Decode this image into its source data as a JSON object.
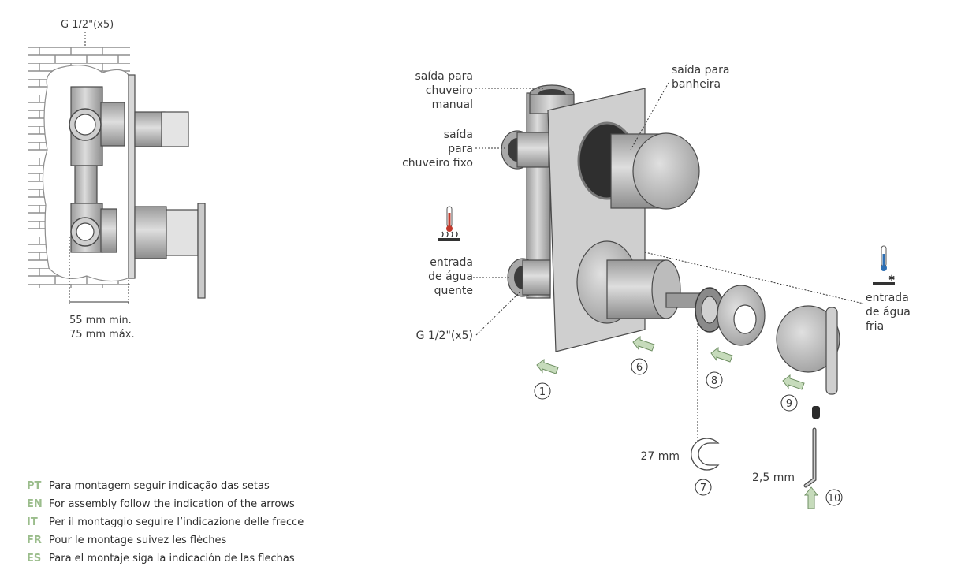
{
  "wall_view": {
    "thread_label": "G 1/2\"(x5)",
    "depth_min": "55 mm mín.",
    "depth_max": "75 mm máx."
  },
  "exploded_view": {
    "labels": {
      "outlet_handshower_1": "saída para",
      "outlet_handshower_2": "chuveiro",
      "outlet_handshower_3": "manual",
      "outlet_fixed_1": "saída",
      "outlet_fixed_2": "para",
      "outlet_fixed_3": "chuveiro fixo",
      "outlet_bath_1": "saída para",
      "outlet_bath_2": "banheira",
      "inlet_hot_1": "entrada",
      "inlet_hot_2": "de água",
      "inlet_hot_3": "quente",
      "inlet_cold_1": "entrada",
      "inlet_cold_2": "de água",
      "inlet_cold_3": "fria",
      "thread": "G 1/2\"(x5)",
      "wrench_size": "27 mm",
      "allen_size": "2,5 mm"
    },
    "steps": [
      "1",
      "6",
      "7",
      "8",
      "9",
      "10"
    ],
    "icons": [
      "hot-water-thermometer-icon",
      "cold-water-thermometer-icon",
      "c-wrench-icon",
      "allen-key-icon",
      "assembly-arrow-icon"
    ]
  },
  "colors": {
    "arrow_fill": "#c6dbbb",
    "arrow_stroke": "#6f8f63",
    "lang_code": "#9bbd8c",
    "hot": "#c0392b",
    "cold": "#2e6fb3",
    "metal": "#bdbdbd"
  },
  "legend": [
    {
      "code": "PT",
      "text": "Para montagem seguir indicação das setas"
    },
    {
      "code": "EN",
      "text": "For assembly follow the indication of the arrows"
    },
    {
      "code": "IT",
      "text": "Per il montaggio seguire l’indicazione delle frecce"
    },
    {
      "code": "FR",
      "text": "Pour le montage suivez les flèches"
    },
    {
      "code": "ES",
      "text": "Para el montaje siga la indicación de las flechas"
    }
  ]
}
